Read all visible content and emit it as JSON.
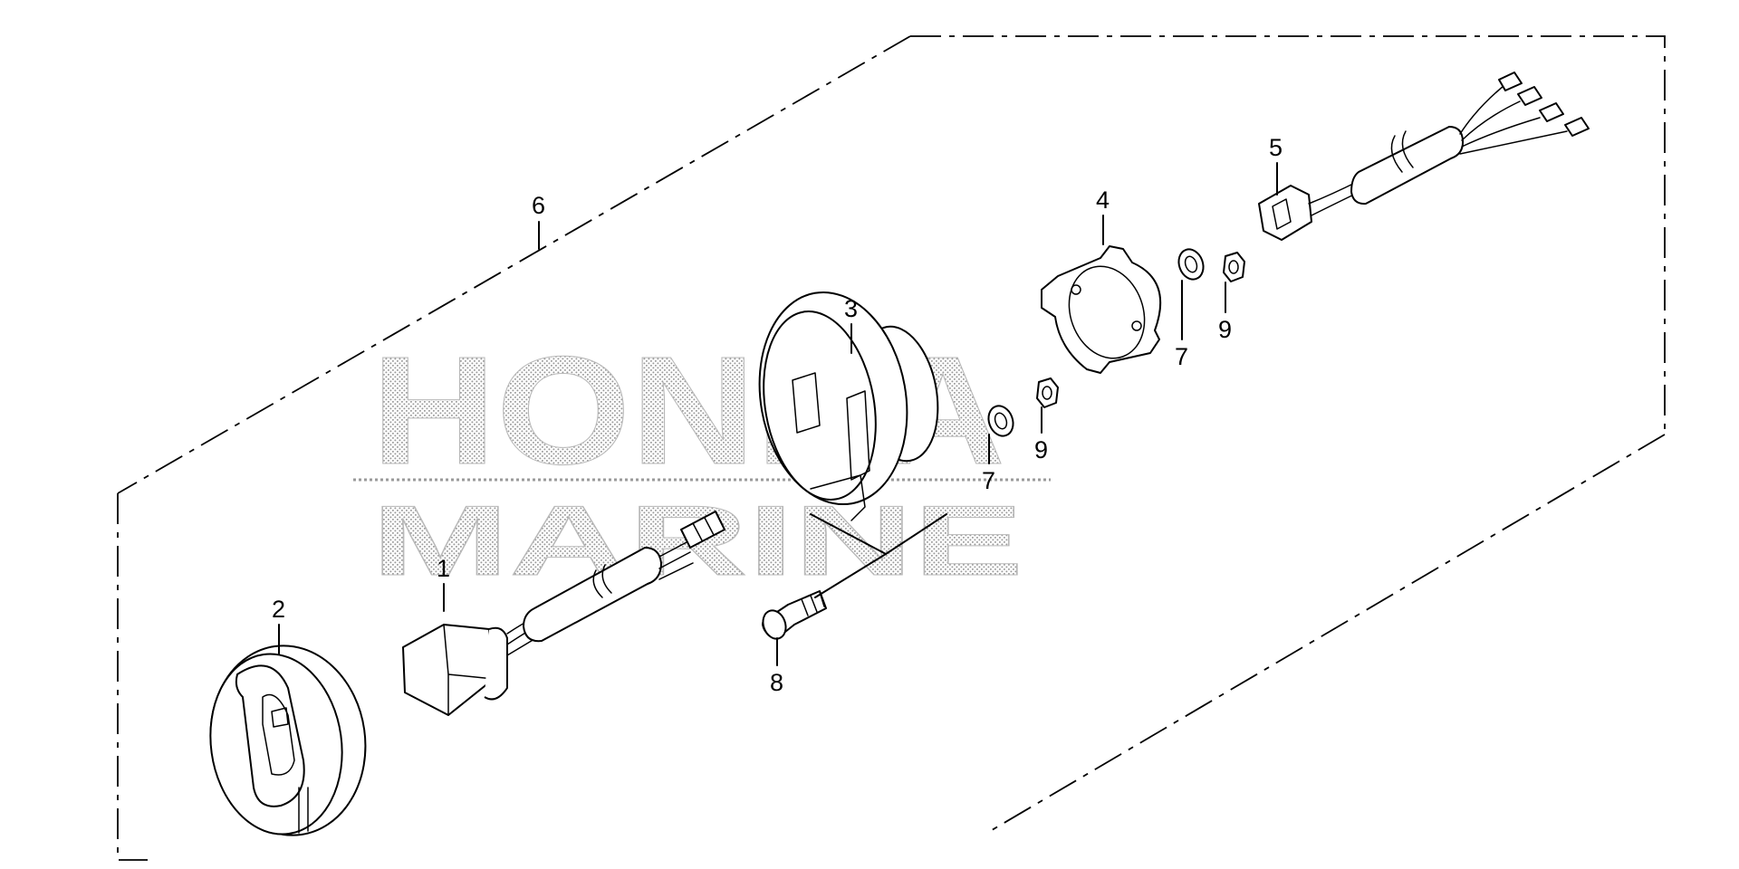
{
  "diagram": {
    "watermark": {
      "line1": "HONDA",
      "line2": "MARINE"
    },
    "callouts": [
      {
        "id": "c1",
        "label": "1"
      },
      {
        "id": "c2",
        "label": "2"
      },
      {
        "id": "c3",
        "label": "3"
      },
      {
        "id": "c4",
        "label": "4"
      },
      {
        "id": "c5",
        "label": "5"
      },
      {
        "id": "c6",
        "label": "6"
      },
      {
        "id": "c7a",
        "label": "7"
      },
      {
        "id": "c7b",
        "label": "7"
      },
      {
        "id": "c8",
        "label": "8"
      },
      {
        "id": "c9a",
        "label": "9"
      },
      {
        "id": "c9b",
        "label": "9"
      }
    ],
    "colors": {
      "line": "#000000",
      "watermark": "#b0b0b0",
      "background": "#ffffff"
    }
  }
}
